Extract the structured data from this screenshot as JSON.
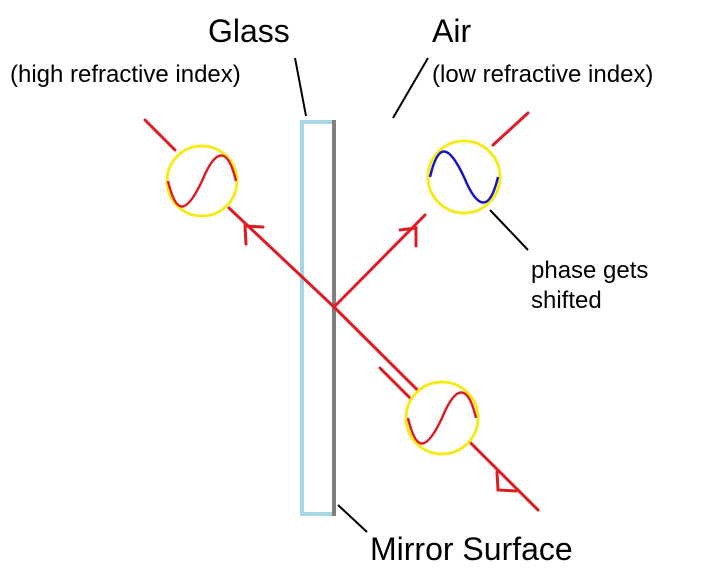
{
  "labels": {
    "glass": "Glass",
    "glass_note": "(high refractive index)",
    "air": "Air",
    "air_note": "(low refractive index)",
    "phase_line1": "phase gets",
    "phase_line2": "shifted",
    "mirror": "Mirror Surface"
  },
  "colors": {
    "ray": "#dd1c24",
    "glass": "#a6d6e4",
    "mirror": "#7f7f7f",
    "circle": "#f5ea1b",
    "wave_normal": "#dd1c24",
    "wave_shifted": "#1414c8",
    "leader": "#000000"
  }
}
